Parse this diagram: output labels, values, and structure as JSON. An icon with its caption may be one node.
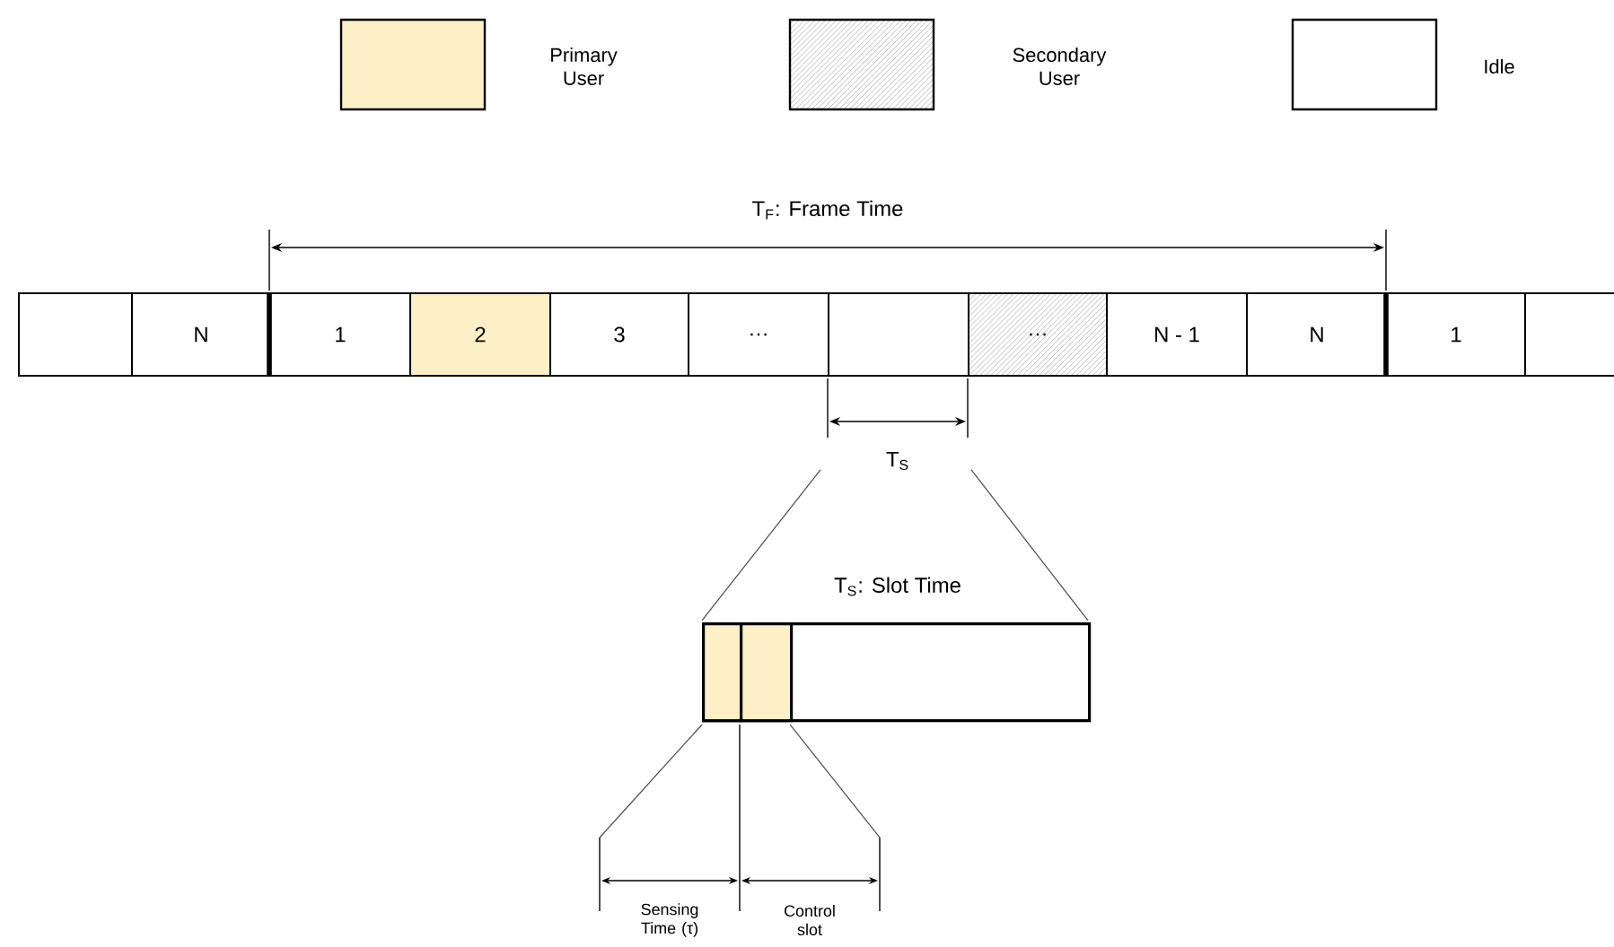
{
  "diagram": {
    "nodes": [
      {
        "text": [],
        "shape": "box"
      },
      {
        "text": [
          "N"
        ]
      },
      {
        "text": [
          "1"
        ]
      },
      {
        "text": [
          "2"
        ]
      },
      {
        "text": [
          "3"
        ]
      },
      {
        "text": [
          "…"
        ]
      },
      {
        "text": [],
        "shape": "box"
      },
      {
        "text": [
          "…"
        ]
      },
      {
        "text": [
          "N - 1"
        ]
      },
      {
        "text": [
          "N"
        ]
      },
      {
        "text": [
          "1"
        ]
      },
      {
        "text": [],
        "shape": "box"
      },
      {
        "text": [],
        "shape": "box"
      },
      {
        "text": [],
        "shape": "box",
        "in": 12
      },
      {
        "text": [],
        "shape": "box",
        "in": 12
      }
    ],
    "edges": [],
    "labels": [
      "T$_{F}$: Frame Time",
      "T$_{S}$",
      "T$_{S}$: Slot Time",
      "Sensing Time (τ)",
      "Control slot"
    ],
    "legend": [
      {
        "text": "Primary User",
        "color": "#fdefc6"
      },
      {
        "text": "Secondary User"
      },
      {
        "text": "Idle"
      }
    ]
  }
}
